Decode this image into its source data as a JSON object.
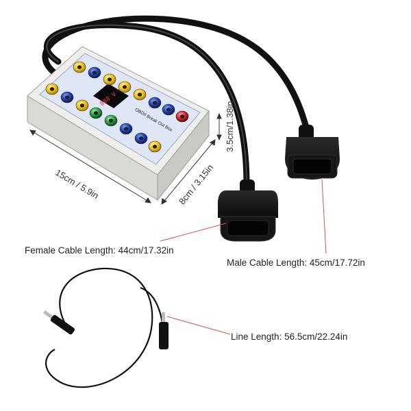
{
  "labels": {
    "length": "15cm / 5.9in",
    "width": "8cm / 3.15in",
    "height": "3.5cm/1.38in",
    "female_cable": "Female Cable Length: 44cm/17.32in",
    "male_cable": "Male Cable Length: 45cm/17.72in",
    "line_length": "Line Length: 56.5cm/22.24in"
  },
  "device": {
    "title": "OBDII Break Out Box",
    "display": "888 V"
  },
  "colors": {
    "yellow_jack": "#f2c21a",
    "blue_jack": "#2240b0",
    "green_jack": "#25a03a",
    "red_jack": "#d81f26",
    "panel": "#dfe6f5",
    "body": "#e9e9e6",
    "cable": "#111111",
    "pointer": "#d9534f"
  }
}
